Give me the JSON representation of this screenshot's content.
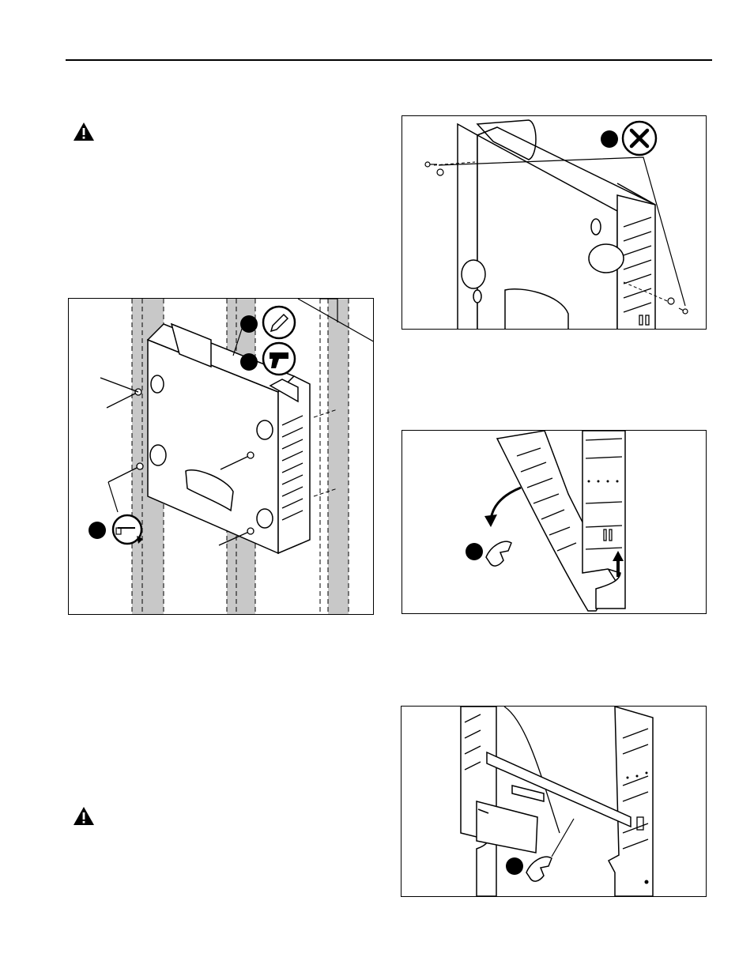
{
  "page": {
    "warnings": [
      {
        "icon": "warning-triangle-icon"
      },
      {
        "icon": "warning-triangle-icon"
      }
    ],
    "figures": [
      {
        "name": "wall-mount-installation",
        "icons": [
          "pencil-icon",
          "drill-icon",
          "tighten-rotate-icon"
        ]
      },
      {
        "name": "remove-screws",
        "icons": [
          "x-mark-icon"
        ]
      },
      {
        "name": "lift-side-panel",
        "icons": [
          "hand-icon"
        ]
      },
      {
        "name": "install-bottom-bar",
        "icons": [
          "hand-icon"
        ]
      }
    ]
  }
}
